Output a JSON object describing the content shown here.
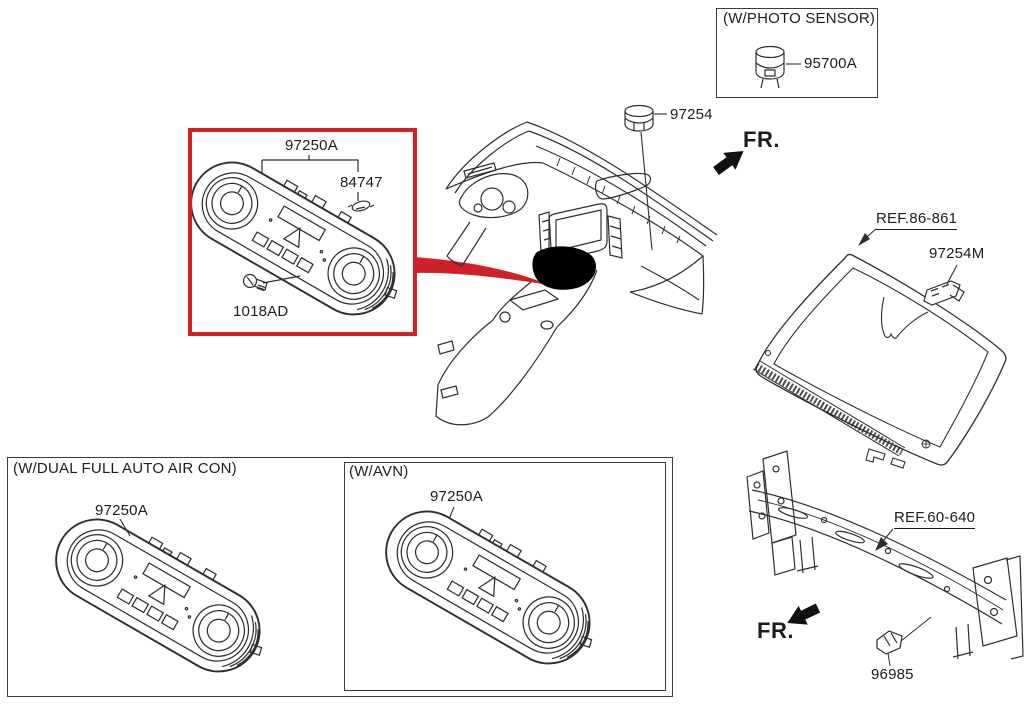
{
  "colors": {
    "background": "#ffffff",
    "line_art": "#2e2e2e",
    "text": "#1c1c1c",
    "highlight_red": "#cf2127"
  },
  "callouts": {
    "photo_sensor_box_title": "(W/PHOTO SENSOR)",
    "photo_sensor_part": "95700A",
    "heater_control_part": "97250A",
    "clip_part": "84747",
    "screw_part": "1018AD",
    "roof_sensor_part": "97254",
    "fr_top_label": "FR.",
    "windshield_ref_label": "REF.86-861",
    "windshield_cover_part": "97254M",
    "reinforcement_ref_label": "REF.60-640",
    "impact_sensor_part": "96985",
    "fr_bottom_label": "FR.",
    "dual_air_con_box_title": "(W/DUAL FULL AUTO AIR CON)",
    "dual_air_con_part": "97250A",
    "avn_box_title": "(W/AVN)",
    "avn_part": "97250A"
  },
  "icons": {
    "fr_top_arrow": "bold-arrow-up-right",
    "fr_bottom_arrow": "bold-arrow-down-left",
    "windshield_ref_arrow": "leader-arrowhead",
    "reinforcement_ref_arrow": "leader-arrowhead",
    "photo_sensor_icon": "sensor-cylinder",
    "roof_sensor_icon": "sensor-cylinder",
    "screw_icon": "screw",
    "clip_icon": "clip",
    "windshield_cover_icon": "clip-cover",
    "impact_sensor_icon": "sensor-plug"
  }
}
